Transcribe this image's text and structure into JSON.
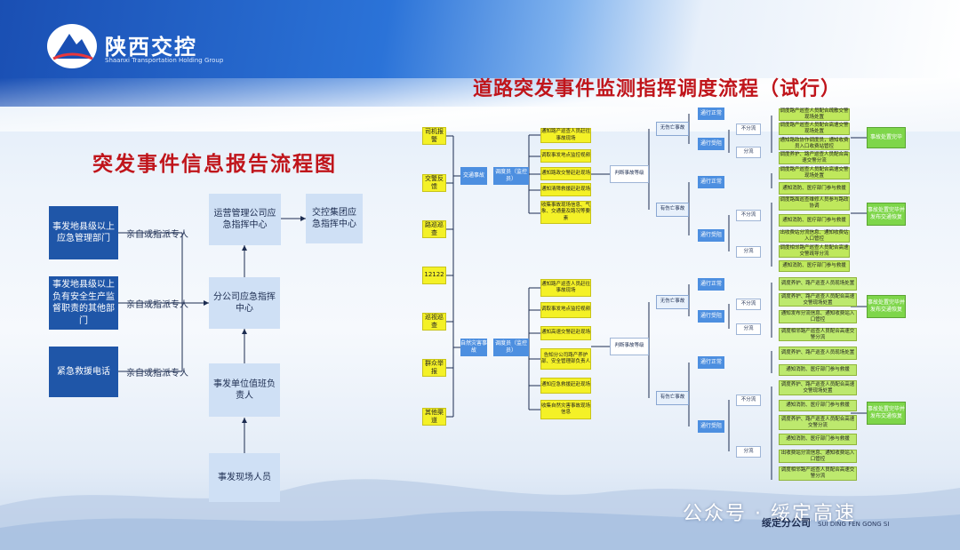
{
  "brand": {
    "name": "陕西交控",
    "sub": "Shaanxi Transportation Holding Group"
  },
  "left": {
    "title": "突发事件信息报告流程图",
    "sources": [
      "事发地县级以上应急管理部门",
      "事发地县级以上负有安全生产监督职责的其他部门",
      "紧急救援电话"
    ],
    "source_label": "亲自或指派专人",
    "center": "分公司应急指挥中心",
    "ops": "运营管理公司应急指挥中心",
    "group": "交控集团应急指挥中心",
    "unit": "事发单位值班负责人",
    "site": "事发现场人员"
  },
  "right": {
    "title": "道路突发事件监测指挥调度流程（试行）",
    "inputs": [
      "司机报警",
      "交警反馈",
      "路巡巡查",
      "12122",
      "巡视巡查",
      "群众举报",
      "其他渠道"
    ],
    "mid_top": [
      "交通事故",
      "调度员（监控员）"
    ],
    "mid_bot": [
      "自然灾害事故",
      "调度员（监控员）"
    ],
    "y_top": [
      "通知路产巡查人员赶往事故现场",
      "调取事发地点监控视频",
      "通知路政交警赶赴现场",
      "通知清障救援赶赴现场",
      "收集事故现场信息、气象、交通量及路况等要素"
    ],
    "y_bot": [
      "通知路产巡查人员赶往事故现场",
      "调取事发地点监控视频",
      "通知高速交警赶赴现场",
      "告知分公司路产养护部、安全管理部负责人",
      "通知应急救援赶赴现场",
      "收集自然灾害事故现场信息"
    ],
    "judge_top": "判断事故等级",
    "judge_bot": "判断事故等级",
    "sev_top": [
      "无伤亡事故",
      "有伤亡事故"
    ],
    "sev_bot": [
      "无伤亡事故",
      "有伤亡事故"
    ],
    "pass": [
      "通行正常",
      "通行受阻",
      "不分流",
      "分流",
      "通行正常",
      "通行受阻",
      "不分流",
      "分流"
    ],
    "tasks": [
      "调度路产巡查人员配合疏散交警现场处置",
      "调度路产巡查人员配合高速交警现场处置",
      "通知路政协作调度员，通知收费员入口收费站管控",
      "调度养护、路产巡查人员配合高速交警分流",
      "调度路产巡查人员配合高速交警现场处置",
      "通知消防、医疗部门参与救援",
      "调度路面巡查维修人员参与路政协调",
      "通知消防、医疗部门参与救援",
      "出收费站分流信息、通知收费站入口管控",
      "调度相邻路产巡查人员配合高速交警疏导分流",
      "通知消防、医疗部门参与救援",
      "调度养护、路产巡查人员现场处置",
      "调度养护、路产巡查人员配合高速交警现场处置",
      "通知发布分流信息、通知收费站入口管控",
      "调度相邻路产巡查人员配合高速交警分流",
      "调度养护、路产巡查人员现场处置",
      "通知消防、医疗部门参与救援",
      "调度养护、路产巡查人员配合高速交警现场处置",
      "通知消防、医疗部门参与救援",
      "调度养护、路产巡查人员配合高速交警分流",
      "通知消防、医疗部门参与救援",
      "出收费站分流信息、通知收费站入口管控",
      "调度相邻路产巡查人员配合高速交警分流"
    ],
    "result": [
      "事故处置完毕",
      "事故处置完毕并发布交通恢复",
      "事故处置完毕并发布交通恢复",
      "事故处置完毕并发布交通恢复"
    ]
  },
  "watermark": {
    "main": "公众号 · 绥定高速",
    "company": "绥定分公司",
    "en": "SUI DING FEN GONG SI"
  }
}
